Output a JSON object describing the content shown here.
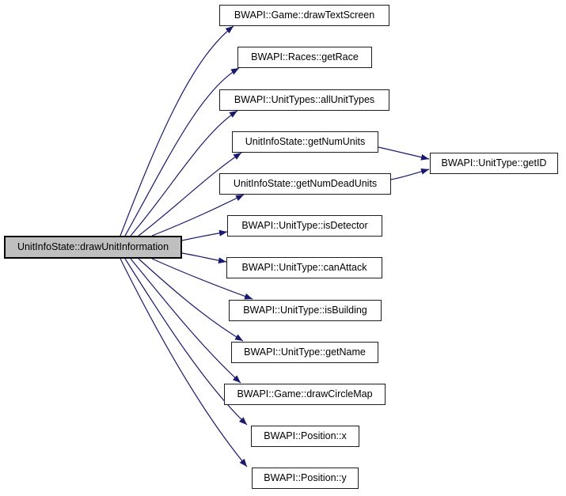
{
  "graph": {
    "type": "call-graph",
    "root": {
      "label": "UnitInfoState::drawUnitInformation"
    },
    "callees": [
      {
        "label": "BWAPI::Game::drawTextScreen"
      },
      {
        "label": "BWAPI::Races::getRace"
      },
      {
        "label": "BWAPI::UnitTypes::allUnitTypes"
      },
      {
        "label": "UnitInfoState::getNumUnits"
      },
      {
        "label": "UnitInfoState::getNumDeadUnits"
      },
      {
        "label": "BWAPI::UnitType::isDetector"
      },
      {
        "label": "BWAPI::UnitType::canAttack"
      },
      {
        "label": "BWAPI::UnitType::isBuilding"
      },
      {
        "label": "BWAPI::UnitType::getName"
      },
      {
        "label": "BWAPI::Game::drawCircleMap"
      },
      {
        "label": "BWAPI::Position::x"
      },
      {
        "label": "BWAPI::Position::y"
      }
    ],
    "secondary": {
      "label": "BWAPI::UnitType::getID"
    },
    "edges": [
      {
        "from": "UnitInfoState::drawUnitInformation",
        "to": "BWAPI::Game::drawTextScreen"
      },
      {
        "from": "UnitInfoState::drawUnitInformation",
        "to": "BWAPI::Races::getRace"
      },
      {
        "from": "UnitInfoState::drawUnitInformation",
        "to": "BWAPI::UnitTypes::allUnitTypes"
      },
      {
        "from": "UnitInfoState::drawUnitInformation",
        "to": "UnitInfoState::getNumUnits"
      },
      {
        "from": "UnitInfoState::drawUnitInformation",
        "to": "UnitInfoState::getNumDeadUnits"
      },
      {
        "from": "UnitInfoState::drawUnitInformation",
        "to": "BWAPI::UnitType::isDetector"
      },
      {
        "from": "UnitInfoState::drawUnitInformation",
        "to": "BWAPI::UnitType::canAttack"
      },
      {
        "from": "UnitInfoState::drawUnitInformation",
        "to": "BWAPI::UnitType::isBuilding"
      },
      {
        "from": "UnitInfoState::drawUnitInformation",
        "to": "BWAPI::UnitType::getName"
      },
      {
        "from": "UnitInfoState::drawUnitInformation",
        "to": "BWAPI::Game::drawCircleMap"
      },
      {
        "from": "UnitInfoState::drawUnitInformation",
        "to": "BWAPI::Position::x"
      },
      {
        "from": "UnitInfoState::drawUnitInformation",
        "to": "BWAPI::Position::y"
      },
      {
        "from": "UnitInfoState::getNumUnits",
        "to": "BWAPI::UnitType::getID"
      },
      {
        "from": "UnitInfoState::getNumDeadUnits",
        "to": "BWAPI::UnitType::getID"
      }
    ],
    "colors": {
      "edge": "#191970",
      "node_fill": "#ffffff",
      "node_border": "#1c1c1c",
      "root_fill": "#bfbfbf",
      "text": "#000000",
      "background": "#ffffff"
    }
  }
}
